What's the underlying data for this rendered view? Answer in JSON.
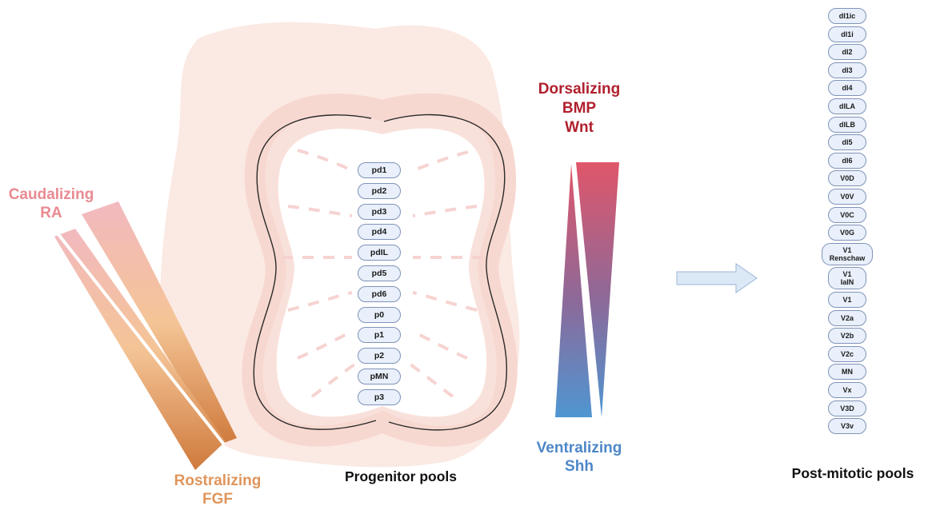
{
  "gradients": {
    "caudalizing": {
      "label": "Caudalizing\nRA",
      "color": "#e98a91"
    },
    "rostralizing": {
      "label": "Rostralizing\nFGF",
      "color": "#e0955b"
    },
    "dorsalizing": {
      "label": "Dorsalizing\nBMP\nWnt",
      "color": "#b0202e"
    },
    "ventralizing": {
      "label": "Ventralizing\nShh",
      "color": "#4e87c8"
    }
  },
  "progenitor": {
    "caption": "Progenitor pools",
    "domains": [
      "pd1",
      "pd2",
      "pd3",
      "pd4",
      "pdIL",
      "pd5",
      "pd6",
      "p0",
      "p1",
      "p2",
      "pMN",
      "p3"
    ]
  },
  "postmitotic": {
    "caption": "Post-mitotic pools",
    "pools": [
      "dI1ic",
      "dI1i",
      "dI2",
      "dI3",
      "dI4",
      "dILA",
      "dILB",
      "dI5",
      "dI6",
      "V0D",
      "V0V",
      "V0C",
      "V0G",
      "V1\nRenschaw",
      "V1\nIaIN",
      "V1",
      "V2a",
      "V2b",
      "V2c",
      "MN",
      "Vx",
      "V3D",
      "V3v"
    ]
  },
  "colors": {
    "pill_fill": "#e9f0fb",
    "pill_border": "#7f93b8",
    "tissue_outer": "#fbe9e3",
    "tissue_inner": "#f6d8d0",
    "arrow": "#dbe8f6"
  }
}
